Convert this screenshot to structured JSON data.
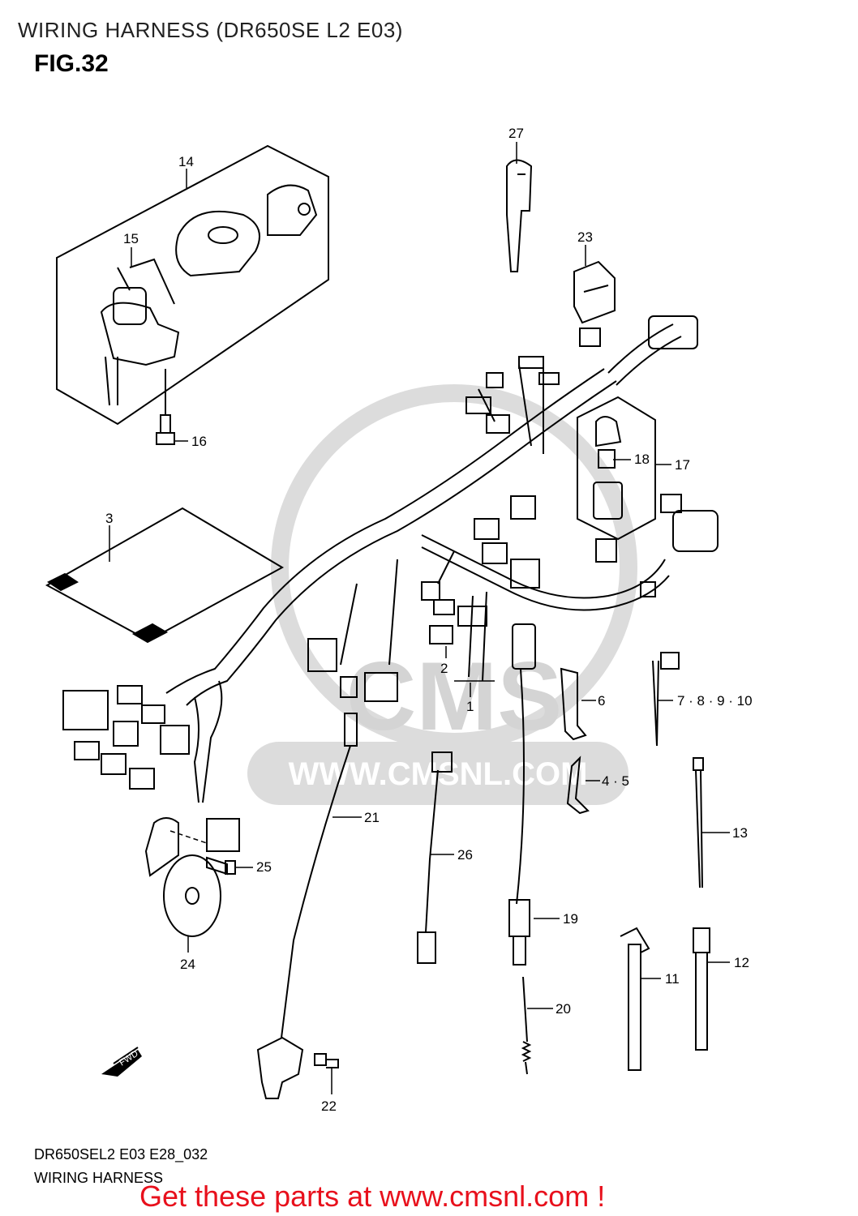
{
  "header": {
    "title": "WIRING HARNESS (DR650SE L2 E03)",
    "figure": "FIG.32"
  },
  "watermark": {
    "brand": "CMS",
    "url": "WWW.CMSNL.COM"
  },
  "direction_marker": "FWD",
  "callouts": [
    {
      "id": "c1",
      "label": "1"
    },
    {
      "id": "c2",
      "label": "2"
    },
    {
      "id": "c3",
      "label": "3"
    },
    {
      "id": "c45",
      "label": "4 · 5"
    },
    {
      "id": "c6",
      "label": "6"
    },
    {
      "id": "c710",
      "label": "7 · 8 · 9 · 10"
    },
    {
      "id": "c11",
      "label": "11"
    },
    {
      "id": "c12",
      "label": "12"
    },
    {
      "id": "c13",
      "label": "13"
    },
    {
      "id": "c14",
      "label": "14"
    },
    {
      "id": "c15",
      "label": "15"
    },
    {
      "id": "c16",
      "label": "16"
    },
    {
      "id": "c17",
      "label": "17"
    },
    {
      "id": "c18",
      "label": "18"
    },
    {
      "id": "c19",
      "label": "19"
    },
    {
      "id": "c20",
      "label": "20"
    },
    {
      "id": "c21",
      "label": "21"
    },
    {
      "id": "c22",
      "label": "22"
    },
    {
      "id": "c23",
      "label": "23"
    },
    {
      "id": "c24",
      "label": "24"
    },
    {
      "id": "c25",
      "label": "25"
    },
    {
      "id": "c26",
      "label": "26"
    },
    {
      "id": "c27",
      "label": "27"
    }
  ],
  "footer": {
    "code": "DR650SEL2 E03 E28_032",
    "name": "WIRING HARNESS",
    "cta": "Get these parts at www.cmsnl.com !"
  },
  "colors": {
    "line": "#000000",
    "watermark": "#d4d4d4",
    "cta": "#e8101c"
  }
}
